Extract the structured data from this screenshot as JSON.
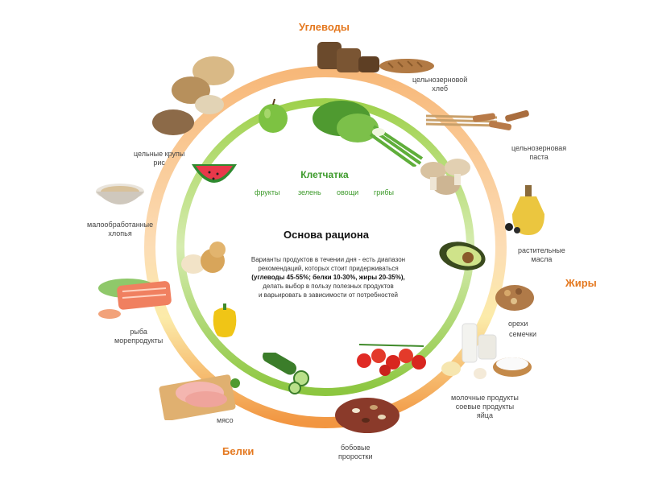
{
  "categories": {
    "carbs": "Углеводы",
    "fats": "Жиры",
    "proteins": "Белки"
  },
  "fiber": {
    "title": "Клетчатка",
    "items": [
      "фрукты",
      "зелень",
      "овощи",
      "грибы"
    ]
  },
  "center": {
    "title": "Основа рациона",
    "line1": "Варианты продуктов в течении дня - есть диапазон",
    "line2": "рекомендаций, которых стоит придерживаться",
    "line3": "(углеводы 45-55%; белки 10-30%, жиры 20-35%),",
    "line4": "делать выбор в пользу полезных продуктов",
    "line5": "и варьировать в зависимости от потребностей"
  },
  "labels": {
    "bread": [
      "цельнозерновой",
      "хлеб"
    ],
    "pasta": [
      "цельнозерновая",
      "паста"
    ],
    "oil": [
      "растительные",
      "масла"
    ],
    "nuts": [
      "орехи"
    ],
    "seeds": [
      "семечки"
    ],
    "dairy": [
      "молочные продукты",
      "соевые продукты",
      "яйца"
    ],
    "legumes": [
      "бобовые",
      "проростки"
    ],
    "meat": [
      "мясо"
    ],
    "fish": [
      "рыба",
      "морепродукты"
    ],
    "flakes": [
      "малообработанные",
      "хлопья"
    ],
    "grains": [
      "цельные крупы",
      "рис"
    ]
  },
  "colors": {
    "ring_outer": "#f3a25a",
    "ring_inner": "#8cc63f",
    "carbs_text": "#e4781f",
    "fiber_text": "#3c9a2a"
  }
}
